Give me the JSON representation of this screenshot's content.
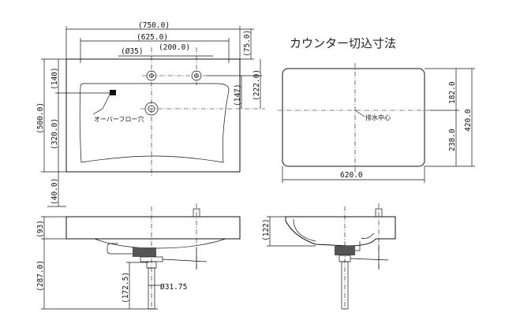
{
  "title": "カウンター切込寸法",
  "top_view": {
    "dims": {
      "width_total": "(750.0)",
      "faucet_span": "(625.0)",
      "hole_dia": "(Ø35)",
      "hole_spacing": "(200.0)",
      "back_depth": "(75.0)",
      "depth_total": "(500.0)",
      "depth_rear": "(140)",
      "depth_front": "(320.0)",
      "front_offset": "(40.0)",
      "drain_from_back": "(147)",
      "drain_offset": "(222.0)"
    },
    "overflow_label": "オーバーフロー穴"
  },
  "cutout": {
    "upper": "182.0",
    "lower": "238.0",
    "height": "420.0",
    "width": "620.0",
    "drain_center_label": "排水中心"
  },
  "front_view": {
    "dims": {
      "rim_height": "(93)",
      "drop": "(287.0)",
      "pipe_height": "(172.5)",
      "pipe_dia": "Ø31.75"
    }
  },
  "side_view": {
    "dims": {
      "height": "(122)"
    }
  }
}
